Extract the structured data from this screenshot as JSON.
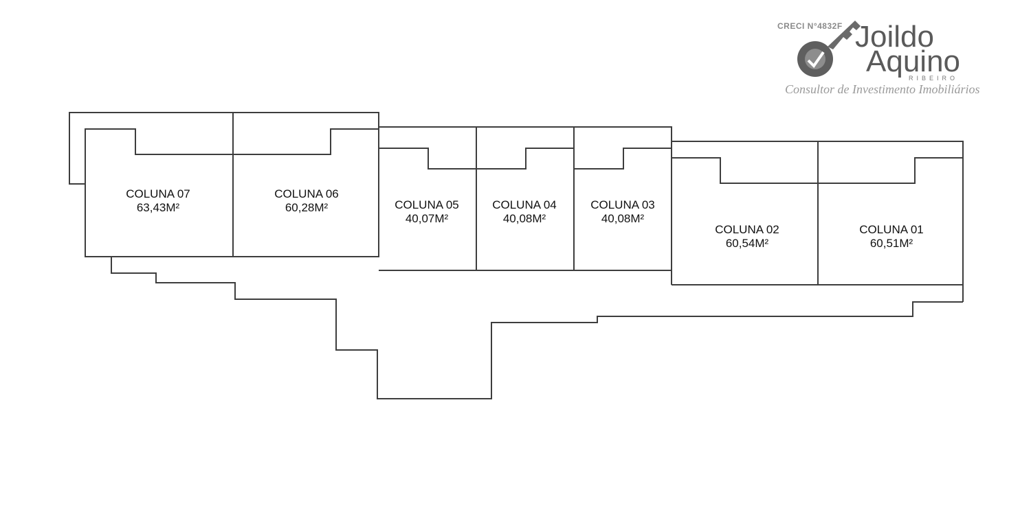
{
  "logo": {
    "creci": "CRECI N°4832F",
    "name_line1": "Joildo",
    "name_line2": "Aquino",
    "name_line3": "RIBEIRO",
    "tagline": "Consultor de Investimento Imobiliários"
  },
  "units": [
    {
      "name": "COLUNA 07",
      "area": "63,43M²"
    },
    {
      "name": "COLUNA 06",
      "area": "60,28M²"
    },
    {
      "name": "COLUNA 05",
      "area": "40,07M²"
    },
    {
      "name": "COLUNA 04",
      "area": "40,08M²"
    },
    {
      "name": "COLUNA 03",
      "area": "40,08M²"
    },
    {
      "name": "COLUNA 02",
      "area": "60,54M²"
    },
    {
      "name": "COLUNA 01",
      "area": "60,51M²"
    }
  ],
  "colors": {
    "wall": "#3d3d3d",
    "logo": "#5a5a5a"
  }
}
